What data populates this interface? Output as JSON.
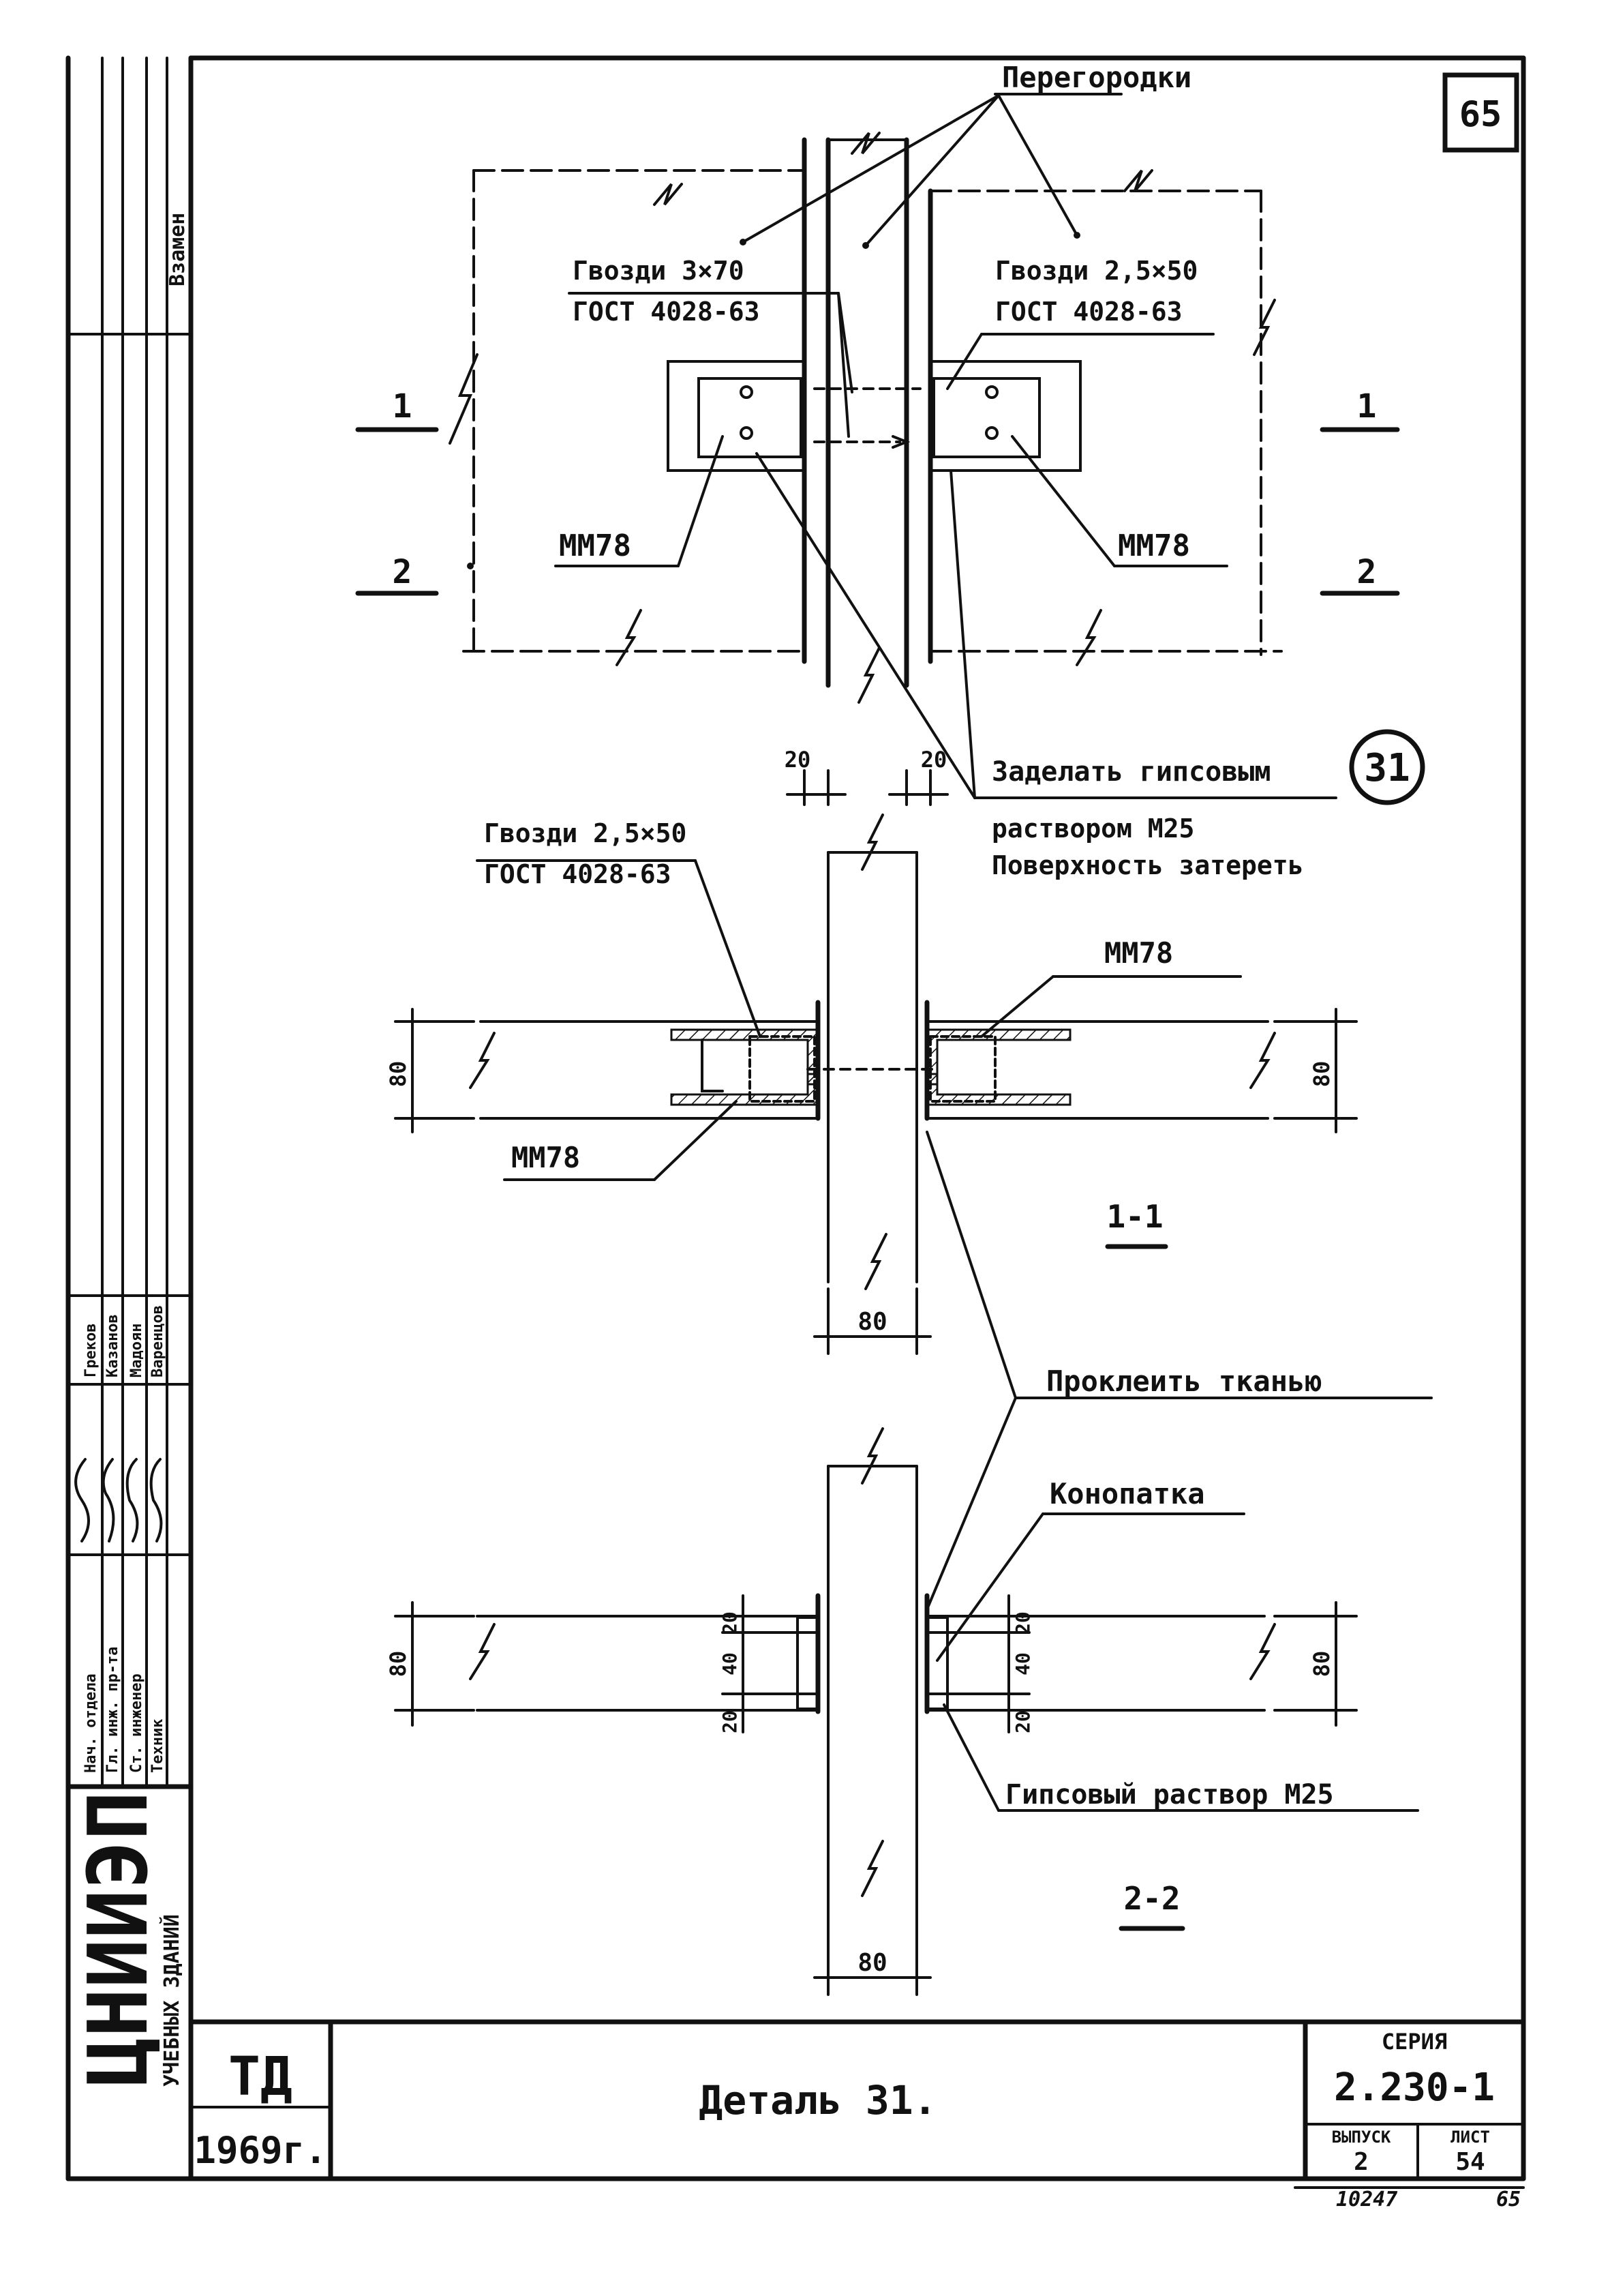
{
  "sheet_number": "65",
  "title_block": {
    "org_logo": "ЦНИИЭП",
    "org_subtitle": "УЧЕБНЫХ ЗДАНИЙ",
    "stamp": "ТД",
    "year": "1969г.",
    "title": "Деталь 31.",
    "series_label": "СЕРИЯ",
    "series_value": "2.230-1",
    "issue_label": "ВЫПУСК",
    "issue_value": "2",
    "sheet_label": "ЛИСТ",
    "sheet_value": "54",
    "inventory_number": "10247",
    "page_number": "65"
  },
  "side_stamp": {
    "replaces_label": "Взамен",
    "roles": [
      "Нач. отдела",
      "Гл. инж. пр-та",
      "Ст. инженер",
      "Техник"
    ],
    "names": [
      "Греков",
      "Казанов",
      "Мадоян",
      "Варенцов"
    ]
  },
  "plan_view": {
    "partitions_label": "Перегородки",
    "nails_left": [
      "Гвозди 3×70",
      "ГОСТ 4028-63"
    ],
    "nails_right": [
      "Гвозди 2,5×50",
      "ГОСТ 4028-63"
    ],
    "part_left": "ММ78",
    "part_right": "ММ78",
    "section_1_left": "1",
    "section_2_left": "2",
    "section_1_right": "1",
    "section_2_right": "2",
    "seal_lines": [
      "Заделать гипсовым",
      "раствором М25",
      "Поверхность затереть"
    ],
    "detail_ref": "31",
    "dim_gap_left": "20",
    "dim_gap_right": "20"
  },
  "section_1_1": {
    "nails": [
      "Гвозди 2,5×50",
      "ГОСТ 4028-63"
    ],
    "part_top": "ММ78",
    "part_bottom": "ММ78",
    "dim_left": "80",
    "dim_right": "80",
    "dim_bottom": "80",
    "label": "1-1"
  },
  "section_2_2": {
    "fabric_label": "Проклеить тканью",
    "caulk_label": "Конопатка",
    "mortar_label": "Гипсовый раствор М25",
    "dim_left_total": "80",
    "dim_left_top": "20",
    "dim_left_mid": "40",
    "dim_left_bot": "20",
    "dim_right_top": "20",
    "dim_right_mid": "40",
    "dim_right_bot": "20",
    "dim_right_total": "80",
    "dim_bottom": "80",
    "label": "2-2"
  }
}
